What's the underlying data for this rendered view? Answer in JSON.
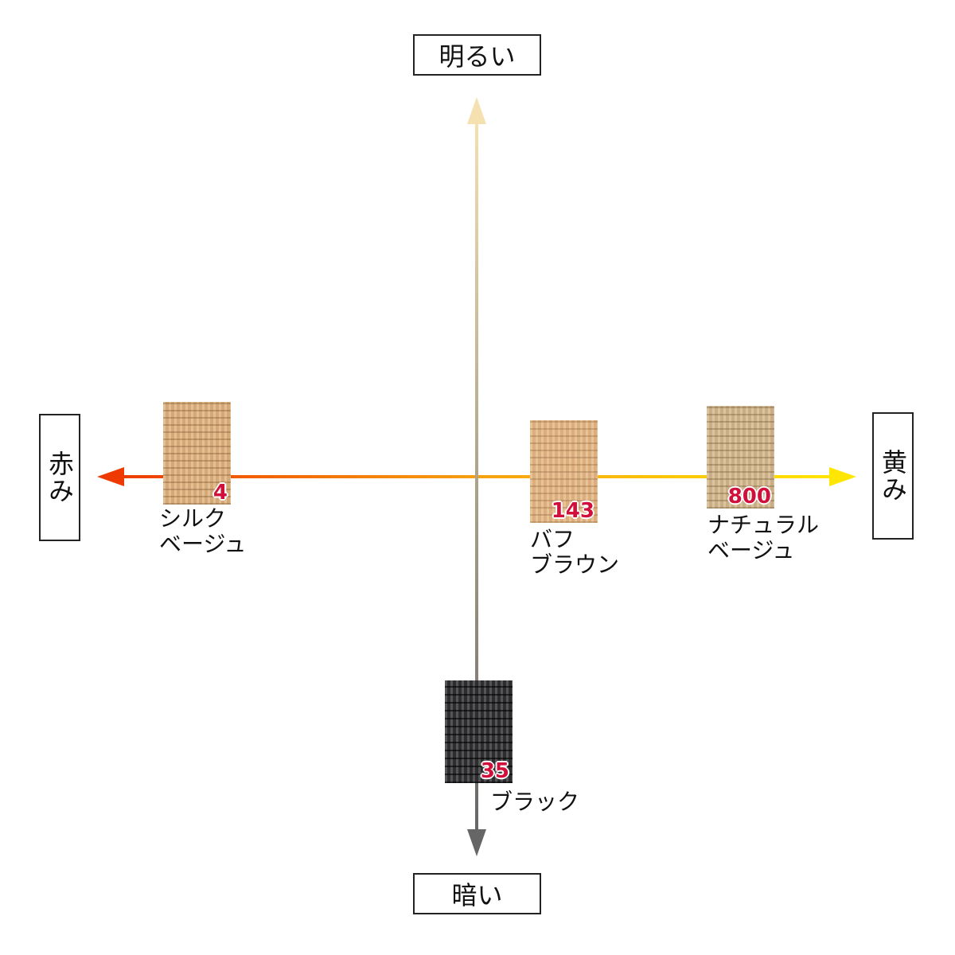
{
  "axes": {
    "top": "明るい",
    "bottom": "暗い",
    "left": "赤み",
    "right": "黄み"
  },
  "colors": {
    "vertical_top": "#f5e0b0",
    "vertical_bottom": "#666666",
    "horizontal_left": "#ee3a00",
    "horizontal_right": "#ffe600",
    "number": "#d0103a"
  },
  "swatches": [
    {
      "number": "4",
      "line1": "シルク",
      "line2": "ベージュ"
    },
    {
      "number": "143",
      "line1": "バフ",
      "line2": "ブラウン"
    },
    {
      "number": "800",
      "line1": "ナチュラル",
      "line2": "ベージュ"
    },
    {
      "number": "35",
      "line1": "ブラック",
      "line2": ""
    }
  ]
}
